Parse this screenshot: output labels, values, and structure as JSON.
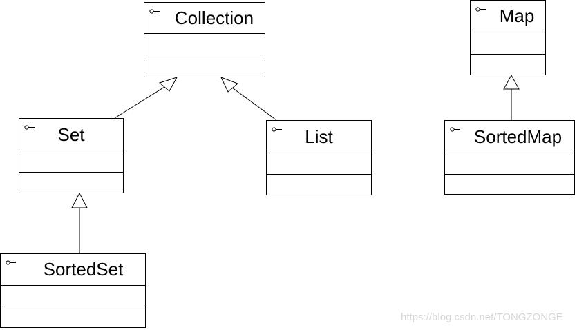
{
  "diagram": {
    "classes": [
      {
        "id": "collection",
        "name": "Collection"
      },
      {
        "id": "set",
        "name": "Set"
      },
      {
        "id": "list",
        "name": "List"
      },
      {
        "id": "sortedset",
        "name": "SortedSet"
      },
      {
        "id": "map",
        "name": "Map"
      },
      {
        "id": "sortedmap",
        "name": "SortedMap"
      }
    ],
    "relations": [
      {
        "from": "set",
        "to": "collection",
        "type": "generalization"
      },
      {
        "from": "list",
        "to": "collection",
        "type": "generalization"
      },
      {
        "from": "sortedset",
        "to": "set",
        "type": "generalization"
      },
      {
        "from": "sortedmap",
        "to": "map",
        "type": "generalization"
      }
    ]
  },
  "watermark": "https://blog.csdn.net/TONGZONGE"
}
